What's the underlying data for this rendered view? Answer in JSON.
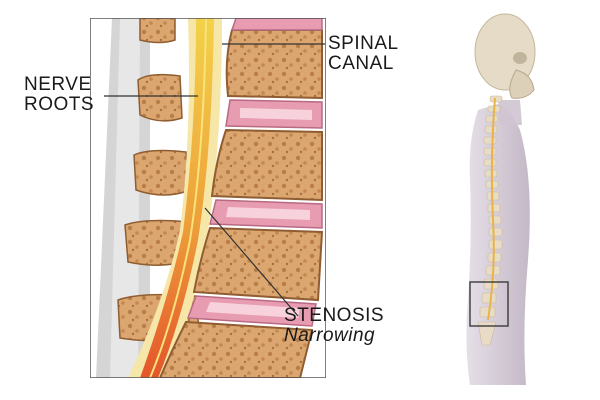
{
  "labels": {
    "nerve_roots": {
      "line1": "NERVE",
      "line2": "ROOTS"
    },
    "spinal_canal": {
      "line1": "SPINAL",
      "line2": "CANAL"
    },
    "stenosis": {
      "line1": "STENOSIS",
      "line2": "Narrowing"
    }
  },
  "colors": {
    "bone": "#d9a46e",
    "bone_dark": "#b47a45",
    "disc": "#e79cb1",
    "disc_light": "#f7d2dc",
    "nerve": "#f0c23a",
    "nerve_red": "#e0552a",
    "ligament": "#c9c9c9",
    "body_silhouette": "#c7bcc8",
    "skeleton": "#e2d6c3"
  },
  "icons": [
    "lumbar-spine-cross-section",
    "human-body-skeleton-silhouette",
    "highlight-box"
  ]
}
